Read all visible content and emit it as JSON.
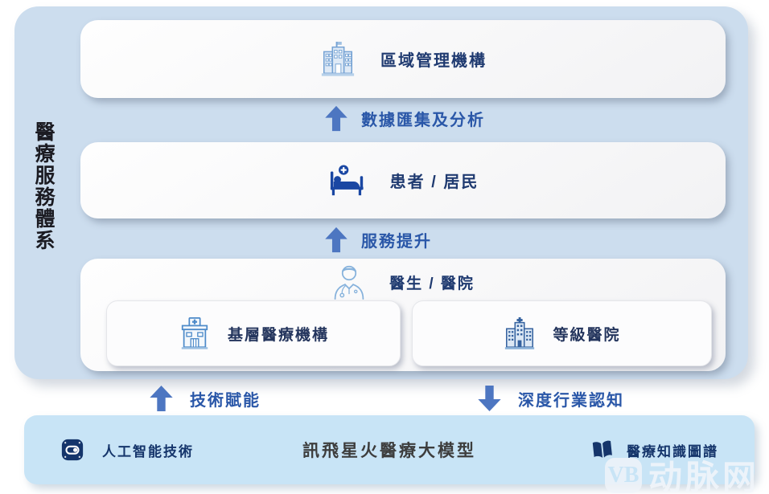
{
  "colors": {
    "frame_bg": "#ccddee",
    "bar_bg": "#c8e4f6",
    "box_bg": "#f4f4f6",
    "navy_text": "#1f3a70",
    "flow_blue": "#2a57a8",
    "arrow_blue": "#4d76c1",
    "icon_navy": "#15356b",
    "icon_light_blue": "#76a3d4"
  },
  "system": {
    "side_label": "醫療服務體系",
    "levels": [
      {
        "label": "區域管理機構",
        "icon": "org-building-icon"
      },
      {
        "label": "患者 / 居民",
        "icon": "patient-bed-icon"
      },
      {
        "label": "醫生 / 醫院",
        "icon": "doctor-icon"
      }
    ],
    "flows": [
      {
        "label": "數據匯集及分析",
        "direction": "up"
      },
      {
        "label": "服務提升",
        "direction": "up"
      }
    ],
    "sub_boxes": [
      {
        "label": "基層醫療機構",
        "icon": "clinic-icon"
      },
      {
        "label": "等級醫院",
        "icon": "hospital-icon"
      }
    ]
  },
  "bridge": {
    "up_label": "技術賦能",
    "down_label": "深度行業認知"
  },
  "foundation": {
    "left_label": "人工智能技術",
    "title": "訊飛星火醫療大模型",
    "right_label": "醫療知識圖譜"
  },
  "watermark": {
    "badge": "VB",
    "text": "动脉网"
  }
}
